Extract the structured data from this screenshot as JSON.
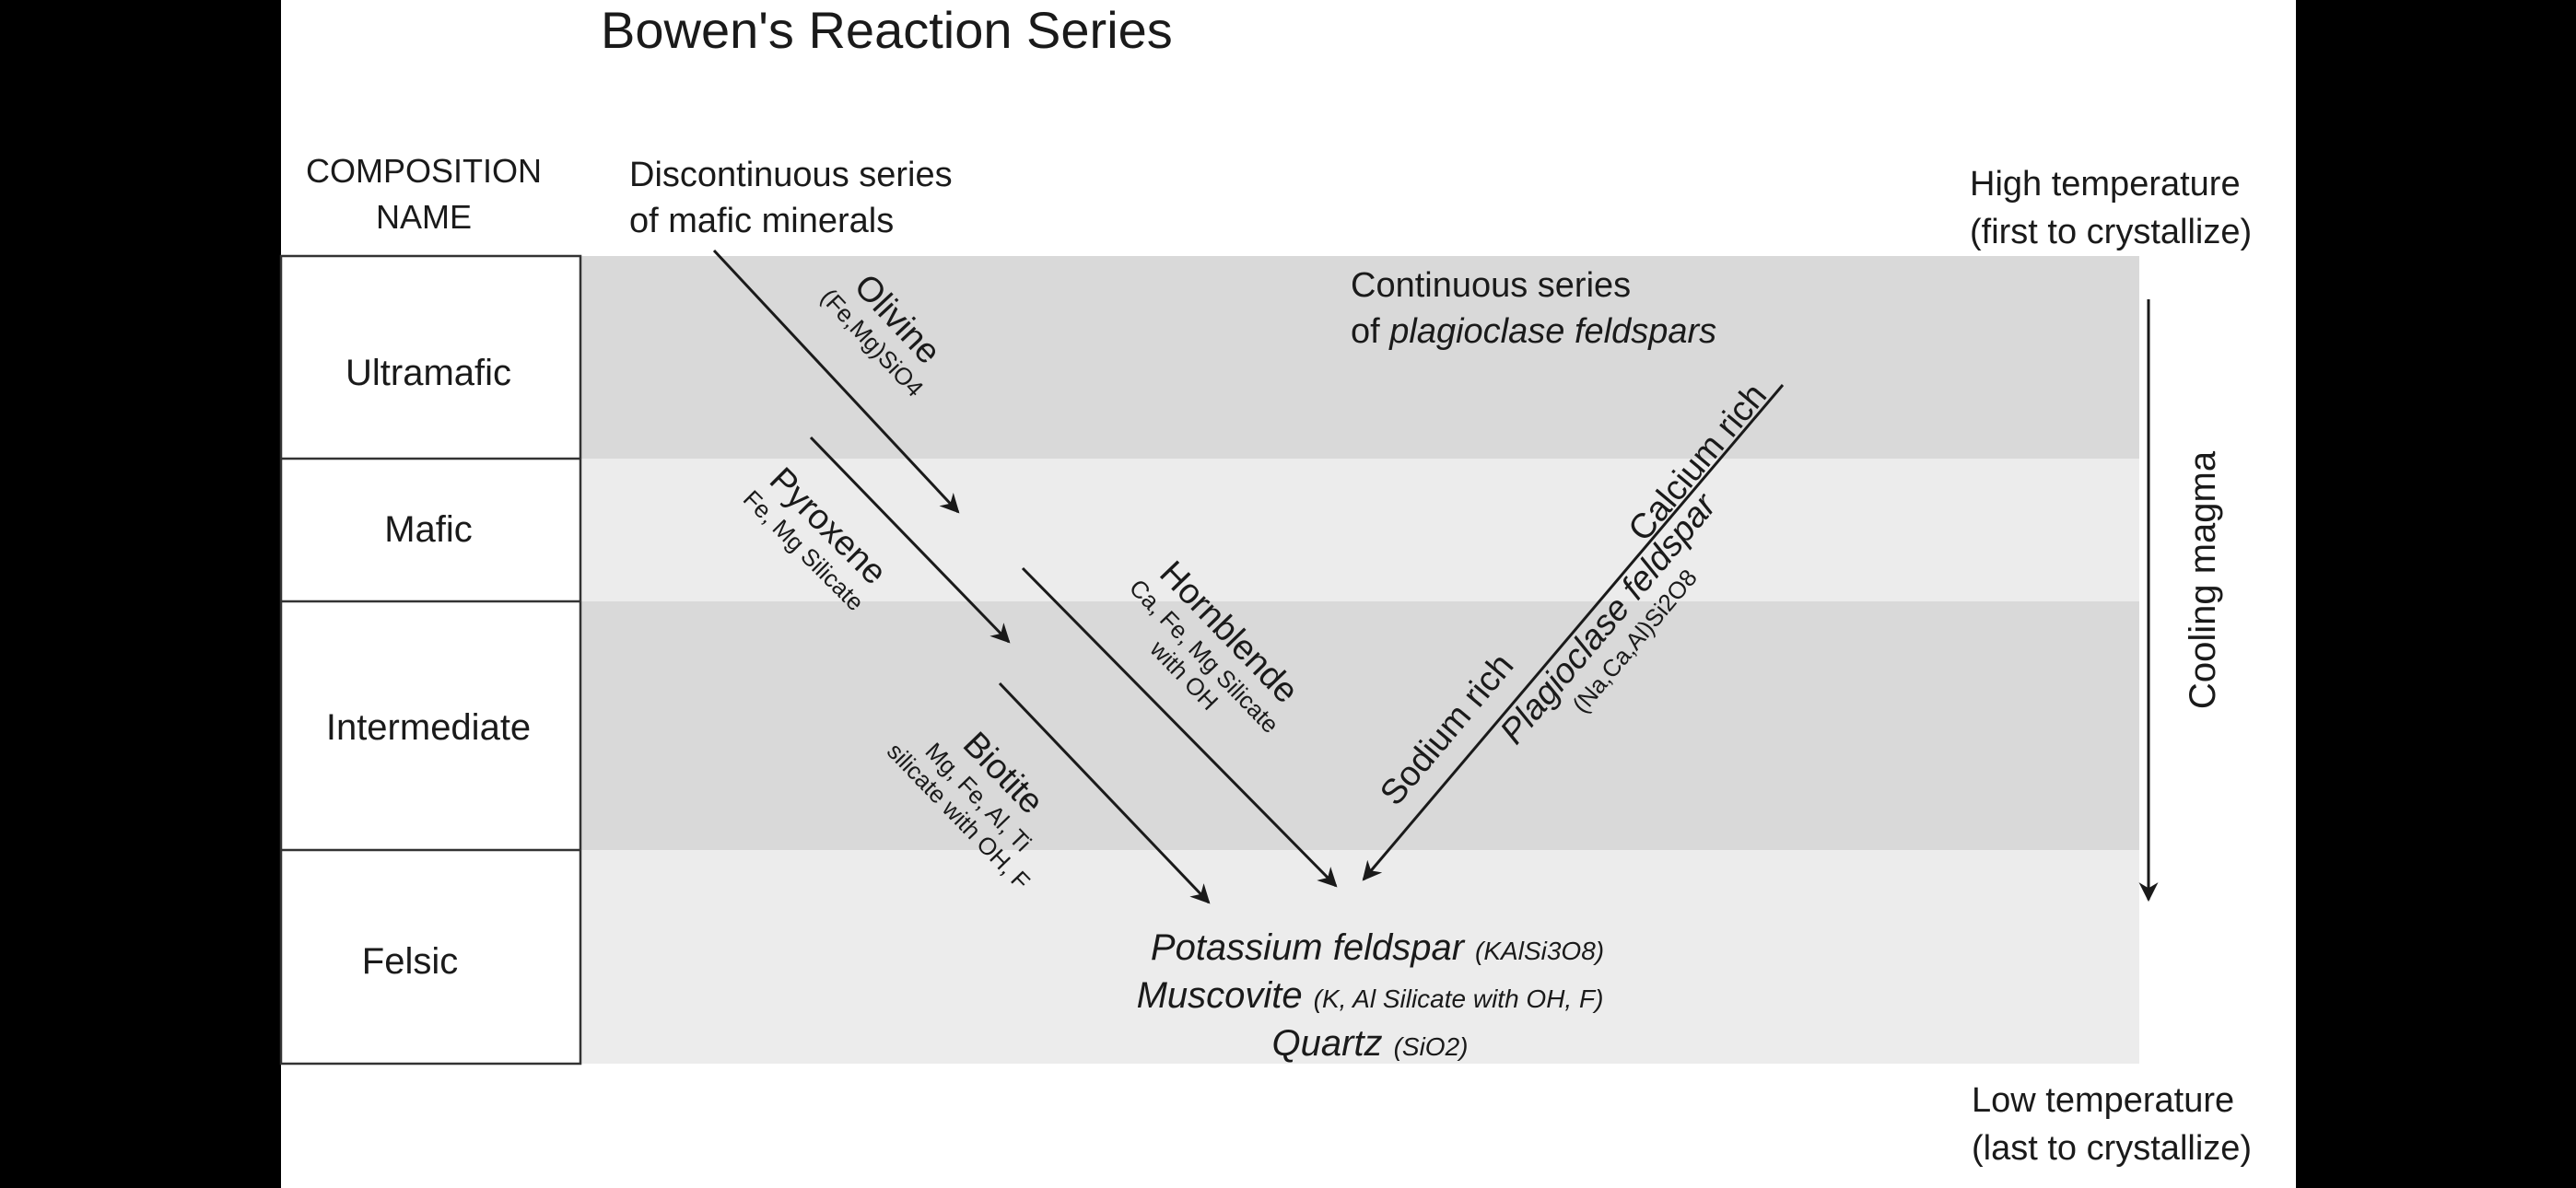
{
  "title": "Bowen's Reaction Series",
  "composition_header": [
    "COMPOSITION",
    "NAME"
  ],
  "composition_rows": [
    "Ultramafic",
    "Mafic",
    "Intermediate",
    "Felsic"
  ],
  "discontinuous_label": [
    "Discontinuous series",
    "of mafic minerals"
  ],
  "continuous_label": {
    "line1": "Continuous series",
    "line2_prefix": "of ",
    "line2_italic": "plagioclase feldspars"
  },
  "high_temp": [
    "High temperature",
    "(first to crystallize)"
  ],
  "low_temp": [
    "Low temperature",
    "(last to crystallize)"
  ],
  "cooling_label": "Cooling magma",
  "minerals": {
    "olivine": {
      "name": "Olivine",
      "formula": "(Fe,Mg)SiO4"
    },
    "pyroxene": {
      "name": "Pyroxene",
      "formula": "Fe, Mg Silicate"
    },
    "hornblende": {
      "name": "Hornblende",
      "formula1": "Ca, Fe, Mg Silicate",
      "formula2": "with OH"
    },
    "biotite": {
      "name": "Biotite",
      "formula1": "Mg, Fe, Al, Ti",
      "formula2": "silicate with OH, F"
    },
    "plagioclase": {
      "name": "Plagioclase feldspar",
      "formula": "(Na,Ca,Al)Si2O8",
      "calcium": "Calcium rich",
      "sodium": "Sodium rich"
    }
  },
  "felsic_minerals": [
    {
      "name": "Potassium feldspar",
      "formula": "(KAlSi3O8)"
    },
    {
      "name": "Muscovite",
      "formula": "(K, Al Silicate with OH, F)"
    },
    {
      "name": "Quartz",
      "formula": "(SiO2)"
    }
  ],
  "colors": {
    "background": "#000000",
    "paper": "#ffffff",
    "band_dark": "#d9d9d9",
    "band_light": "#ececec",
    "ink": "#1a1a1a"
  }
}
